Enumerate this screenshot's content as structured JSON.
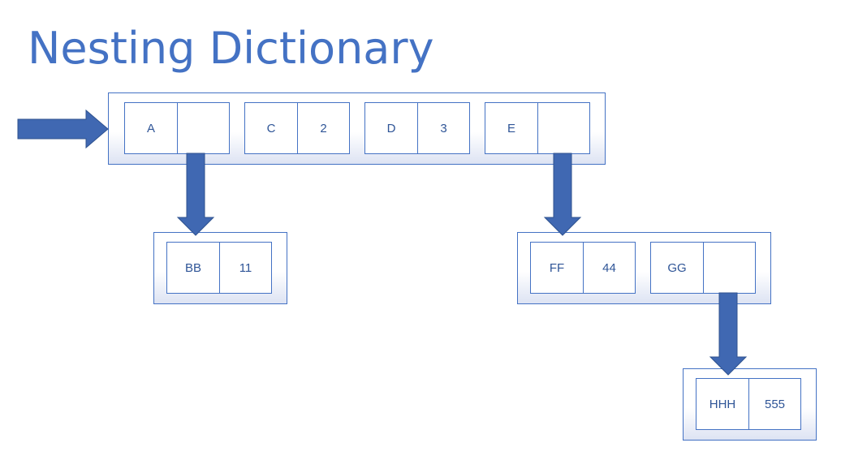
{
  "title": "Nesting Dictionary",
  "dicts": {
    "root": {
      "pairs": [
        {
          "key": "A",
          "value": ""
        },
        {
          "key": "C",
          "value": "2"
        },
        {
          "key": "D",
          "value": "3"
        },
        {
          "key": "E",
          "value": ""
        }
      ]
    },
    "a_nested": {
      "pairs": [
        {
          "key": "BB",
          "value": "11"
        }
      ]
    },
    "e_nested": {
      "pairs": [
        {
          "key": "FF",
          "value": "44"
        },
        {
          "key": "GG",
          "value": ""
        }
      ]
    },
    "gg_nested": {
      "pairs": [
        {
          "key": "HHH",
          "value": "555"
        }
      ]
    }
  },
  "colors": {
    "accent": "#4472C4",
    "arrow": "#4068B2",
    "text": "#2F5597"
  }
}
